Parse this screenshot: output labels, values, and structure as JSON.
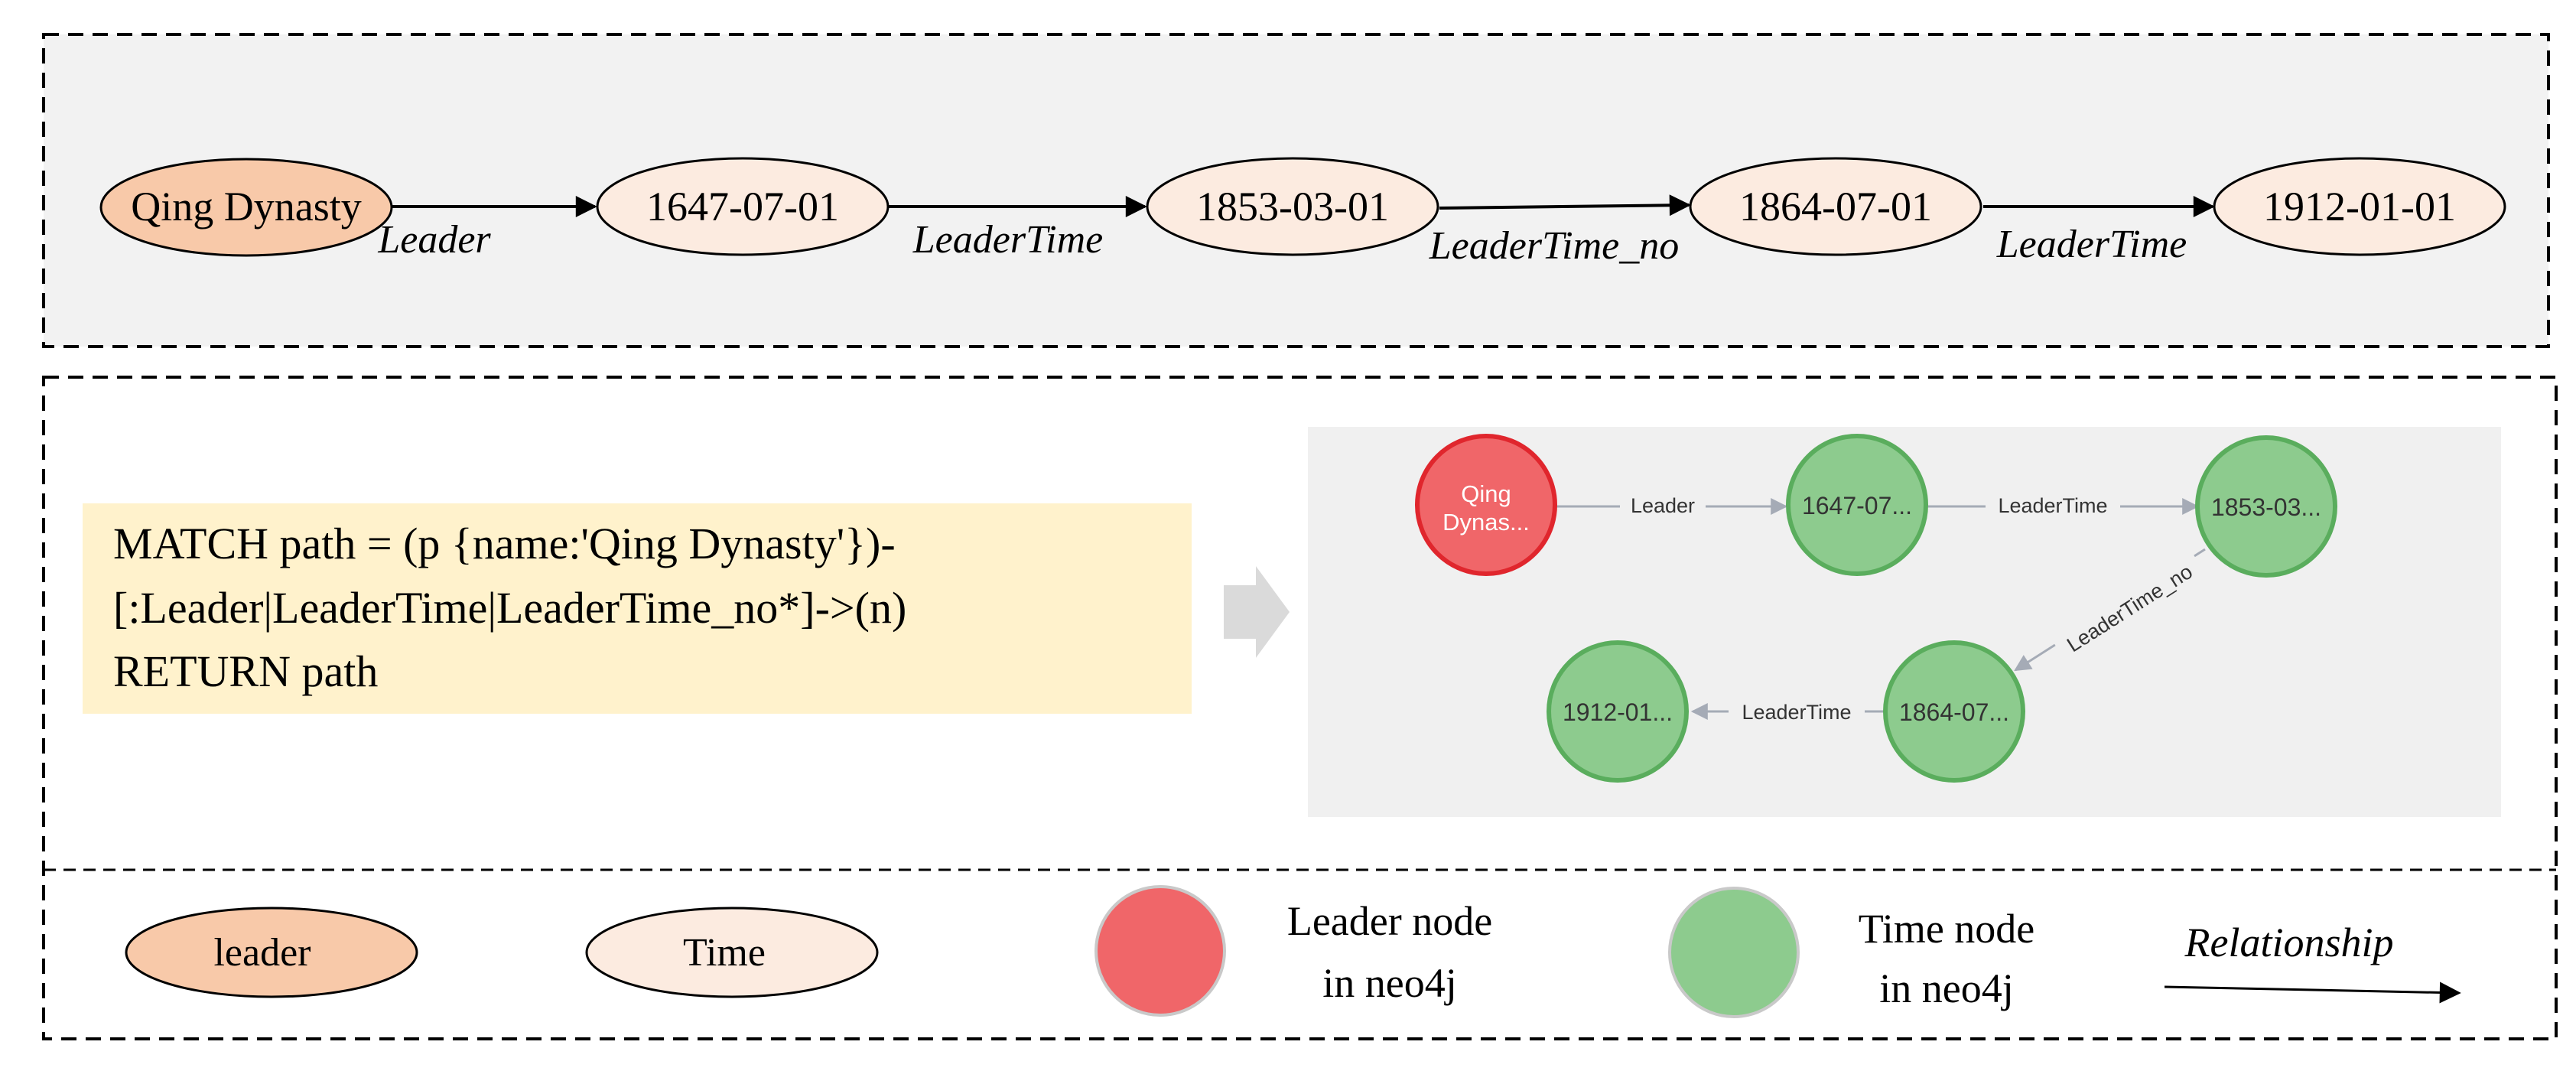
{
  "colors": {
    "panel_bg": "#f2f2f2",
    "leader_fill": "#f8c9a9",
    "time_fill": "#fcebe0",
    "code_bg": "#fff2cc",
    "neo_bg": "#f0f0f0",
    "neo_leader": "#f06669",
    "neo_leader_stroke": "#e0262d",
    "neo_time": "#8dcb8e",
    "neo_time_stroke": "#5aad5d",
    "neo_edge": "#a5abb6",
    "arrow_gray": "#dadada"
  },
  "chain": {
    "nodes": [
      {
        "label": "Qing Dynasty",
        "kind": "leader"
      },
      {
        "label": "1647-07-01",
        "kind": "time"
      },
      {
        "label": "1853-03-01",
        "kind": "time"
      },
      {
        "label": "1864-07-01",
        "kind": "time"
      },
      {
        "label": "1912-01-01",
        "kind": "time"
      }
    ],
    "edges": [
      "Leader",
      "LeaderTime",
      "LeaderTime_no",
      "LeaderTime"
    ]
  },
  "query": {
    "lines": [
      "MATCH path = (p {name:'Qing Dynasty'})-",
      "[:Leader|LeaderTime|LeaderTime_no*]->(n)",
      "RETURN path"
    ]
  },
  "neo4j": {
    "nodes": [
      {
        "label": "Qing\nDynas...",
        "kind": "leader"
      },
      {
        "label": "1647-07...",
        "kind": "time"
      },
      {
        "label": "1853-03...",
        "kind": "time"
      },
      {
        "label": "1864-07...",
        "kind": "time"
      },
      {
        "label": "1912-01...",
        "kind": "time"
      }
    ],
    "edges": [
      "Leader",
      "LeaderTime",
      "LeaderTime_no",
      "LeaderTime"
    ]
  },
  "legend": {
    "leader": "leader",
    "time": "Time",
    "leader_node": [
      "Leader node",
      "in neo4j"
    ],
    "time_node": [
      "Time node",
      "in neo4j"
    ],
    "relationship": "Relationship"
  }
}
